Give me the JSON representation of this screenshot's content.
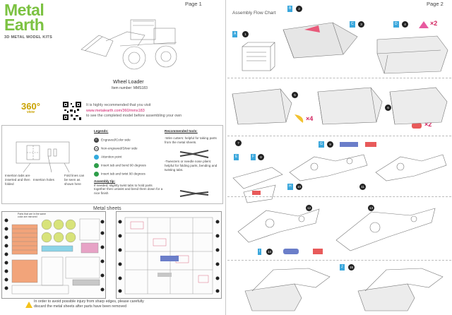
{
  "page1": {
    "page_label": "Page 1",
    "brand_line1": "Metal",
    "brand_line2": "Earth",
    "brand_sub": "3D METAL MODEL KITS",
    "model_name": "Wheel Loader",
    "item_number": "Item number: MMS183",
    "view_badge": "360°",
    "view_badge_sub": "view",
    "visit_line1": "It is highly recommended that you visit",
    "visit_url": "www.metalearth.com/360/mms183",
    "visit_line2": "to see the completed model before assembling your own",
    "diagram_labels": {
      "insertion_tabs": "Insertion tabs are inserted and then folded",
      "insertion_holes": "Insertion holes",
      "fold_lines": "Fold lines can be seen as shown here"
    },
    "legends": {
      "heading": "Legends:",
      "items": [
        "Engraved/Color side",
        "Non-engraved/Silver side",
        "Attention point",
        "Insert tab and bend 90 degrees",
        "Insert tab and twist 90 degrees"
      ],
      "tip_heading": "Assembly tip:",
      "tip_text": "If needed, slightly twist tabs to hold parts together then untwist and bend them down for a nice finish"
    },
    "tools": {
      "heading": "Recommended tools:",
      "cutters": "-Wire cutters: helpful for taking parts from the metal sheets.",
      "pliers": "-Tweezers or needle nose pliers: helpful for folding parts, bending and twisting tabs."
    },
    "sheets_label": "Metal sheets",
    "sheets_note": "Parts that are in the same color are mirrored",
    "warning_line1": "In order to avoid possible injury from sharp edges, please carefully",
    "warning_line2": "discard the metal sheets after parts have been removed"
  },
  "page2": {
    "page_label": "Page 2",
    "flow_title": "Assembly Flow Chart",
    "multipliers": [
      "×2",
      "×4",
      "×2"
    ],
    "tags": [
      "A",
      "B",
      "C",
      "D",
      "E",
      "F",
      "G",
      "H",
      "I",
      "J"
    ],
    "step_numbers": [
      "1",
      "2",
      "3",
      "4",
      "5",
      "6",
      "7",
      "8",
      "9",
      "10",
      "11",
      "12",
      "13",
      "14",
      "15"
    ]
  },
  "colors": {
    "brand_green": "#7cc242",
    "url_pink": "#d21a6a",
    "tag_blue": "#3aa7dc",
    "multiplier_red": "#d2235f",
    "warning_yellow": "#f4c21b"
  }
}
